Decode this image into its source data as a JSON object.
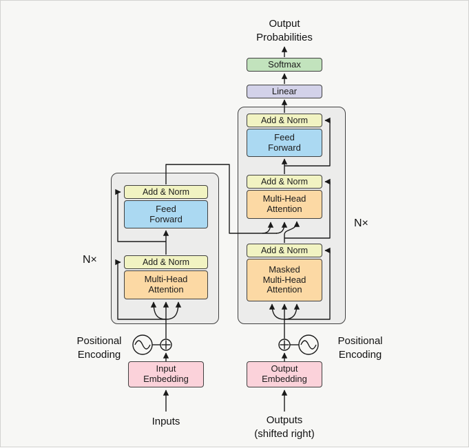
{
  "palette": {
    "background": "#f7f7f5",
    "add_norm": "#f1f3c2",
    "feed_forward": "#abd9f2",
    "attention": "#fcd9a4",
    "embedding": "#fbd2da",
    "linear": "#d3d2e9",
    "softmax": "#c2e3bd",
    "block_fill": "#ececeb",
    "line": "#1a1a1a"
  },
  "top": {
    "output_probabilities": "Output\nProbabilities",
    "softmax": "Softmax",
    "linear": "Linear"
  },
  "encoder": {
    "repeat": "N×",
    "add_norm_ff": "Add & Norm",
    "feed_forward": "Feed\nForward",
    "add_norm_attn": "Add & Norm",
    "attention": "Multi-Head\nAttention",
    "embedding": "Input\nEmbedding",
    "input_label": "Inputs",
    "positional_encoding": "Positional\nEncoding"
  },
  "decoder": {
    "repeat": "N×",
    "add_norm_ff": "Add & Norm",
    "feed_forward": "Feed\nForward",
    "add_norm_cross": "Add & Norm",
    "cross_attention": "Multi-Head\nAttention",
    "add_norm_masked": "Add & Norm",
    "masked_attention": "Masked\nMulti-Head\nAttention",
    "embedding": "Output\nEmbedding",
    "input_label": "Outputs\n(shifted right)",
    "positional_encoding": "Positional\nEncoding"
  }
}
